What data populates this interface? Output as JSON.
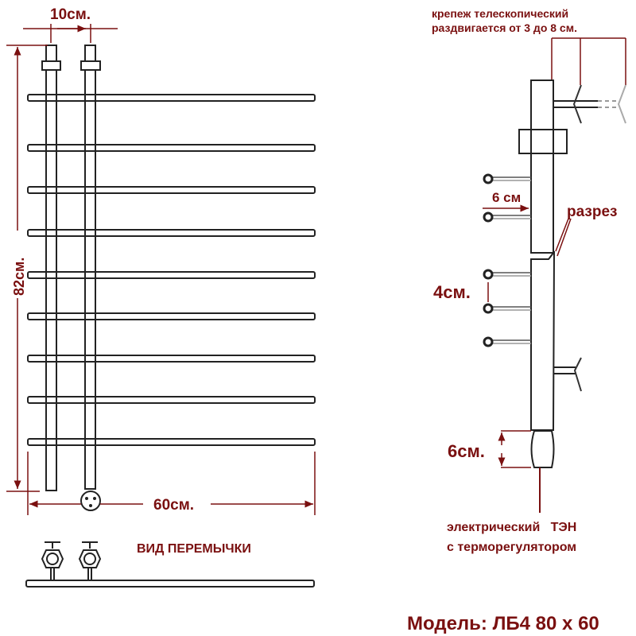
{
  "colors": {
    "annotation": "#7a1010",
    "drawing": "#222222"
  },
  "front_view": {
    "top_spacing": "10см.",
    "height": "82см.",
    "width": "60см."
  },
  "jumper_view": {
    "title": "ВИД ПЕРЕМЫЧКИ"
  },
  "side_view": {
    "bracket_note_line1": "крепеж телескопический",
    "bracket_note_line2": "раздвигается от 3 до 8 см.",
    "bar_offset": "6 см",
    "cut_label": "разрез",
    "bar_pitch": "4см.",
    "heater_length": "6см.",
    "heater_line1": "электрический   ТЭН",
    "heater_line2": "с терморегулятором"
  },
  "model": "Модель: ЛБ4 80 х 60"
}
